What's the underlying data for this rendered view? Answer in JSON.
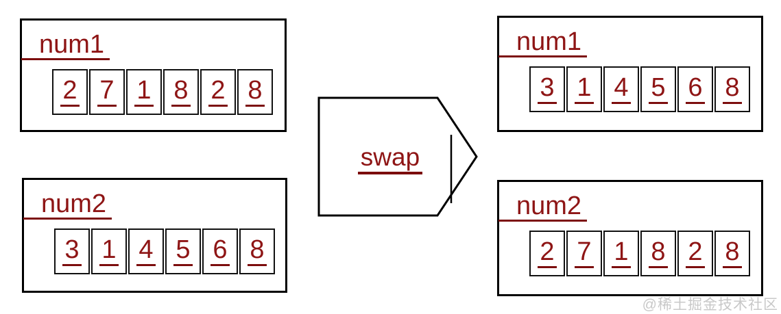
{
  "boxes": [
    {
      "label": "num1",
      "digits": [
        "2",
        "7",
        "1",
        "8",
        "2",
        "8"
      ]
    },
    {
      "label": "num2",
      "digits": [
        "3",
        "1",
        "4",
        "5",
        "6",
        "8"
      ]
    },
    {
      "label": "num1",
      "digits": [
        "3",
        "1",
        "4",
        "5",
        "6",
        "8"
      ]
    },
    {
      "label": "num2",
      "digits": [
        "2",
        "7",
        "1",
        "8",
        "2",
        "8"
      ]
    }
  ],
  "arrow": {
    "label": "swap"
  },
  "watermark": "@稀土掘金技术社区",
  "colors": {
    "accent_text": "#8e1515",
    "underline": "#7c0d0d",
    "border": "#000000",
    "watermark": "#c8c8c8",
    "background": "#ffffff"
  }
}
